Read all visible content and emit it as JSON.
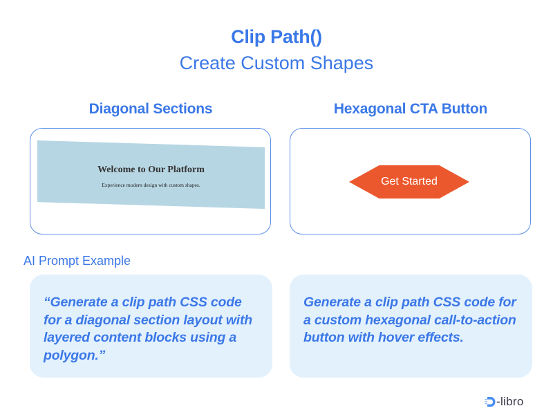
{
  "header": {
    "title": "Clip Path()",
    "subtitle": "Create Custom Shapes"
  },
  "sections": [
    {
      "heading": "Diagonal Sections",
      "demo": {
        "title": "Welcome to Our Platform",
        "subtitle": "Experience modern design with custom shapes."
      }
    },
    {
      "heading": "Hexagonal CTA Button",
      "demo": {
        "button_label": "Get Started"
      }
    }
  ],
  "prompts": {
    "label": "AI Prompt Example",
    "items": [
      "“Generate a clip path CSS code for a diagonal section layout with layered content blocks using a polygon.”",
      "Generate a clip path CSS code for a custom hexagonal call-to-action button with hover effects."
    ]
  },
  "brand": {
    "name": "-libro",
    "logo_icon": "d-logo-icon"
  },
  "colors": {
    "accent": "#3b78e7",
    "diagonal_fill": "#b7d6e3",
    "cta": "#ec582d",
    "prompt_bg": "#e3f1fd"
  }
}
